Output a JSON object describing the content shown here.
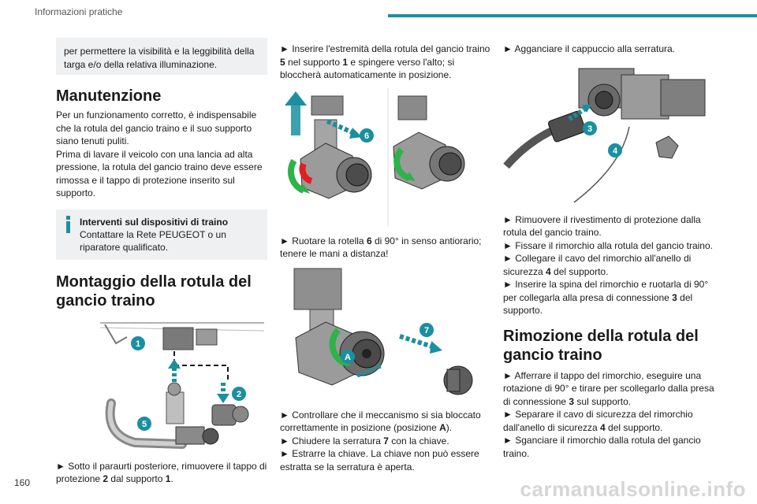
{
  "header": {
    "title": "Informazioni pratiche"
  },
  "page_number": "160",
  "watermark": "carmanualsonline.info",
  "col1": {
    "note": "per permettere la visibilità e la leggibilità della targa e/o della relativa illuminazione.",
    "maint_title": "Manutenzione",
    "maint_text_1": "Per un funzionamento corretto, è indispensabile che la rotula del gancio traino e il suo supporto siano tenuti puliti.",
    "maint_text_2": "Prima di lavare il veicolo con una lancia ad alta pressione, la rotula del gancio traino deve essere rimossa e il tappo di protezione inserito sul supporto.",
    "info_title": "Interventi sul dispositivi di traino",
    "info_text": "Contattare la Rete PEUGEOT o un riparatore qualificato.",
    "mount_title_1": "Montaggio della rotula del",
    "mount_title_2": "gancio traino",
    "step1": {
      "pre": "► Sotto il paraurti posteriore, rimuovere il tappo di protezione ",
      "b1": "2",
      "mid": " dal supporto ",
      "b2": "1",
      "post": "."
    },
    "fig_labels": [
      "1",
      "2",
      "5"
    ]
  },
  "col2": {
    "step2": {
      "pre": "► Inserire l'estremità della rotula del gancio traino ",
      "b1": "5",
      "mid": " nel supporto ",
      "b2": "1",
      "post": " e spingere verso l'alto; si bloccherà automaticamente in posizione."
    },
    "step3": {
      "pre": "► Ruotare la rotella ",
      "b1": "6",
      "post": " di 90° in senso antiorario; tenere le mani a distanza!"
    },
    "step4": {
      "pre": "► Controllare che il meccanismo si sia bloccato correttamente in posizione (posizione ",
      "b1": "A",
      "post": ")."
    },
    "step5": {
      "pre": "► Chiudere la serratura ",
      "b1": "7",
      "post": " con la chiave."
    },
    "step6": "► Estrarre la chiave. La chiave non può essere estratta se la serratura è aperta.",
    "fig1_labels": [
      "6"
    ],
    "fig2_labels": [
      "7",
      "A"
    ]
  },
  "col3": {
    "step1": "► Agganciare il cappuccio alla serratura.",
    "step2": "► Rimuovere il rivestimento di protezione dalla rotula del gancio traino.",
    "step3": "► Fissare il rimorchio alla rotula del gancio traino.",
    "step4": {
      "pre": "► Collegare il cavo del rimorchio all'anello di sicurezza ",
      "b1": "4",
      "post": " del supporto."
    },
    "step5": {
      "pre": "► Inserire la spina del rimorchio e ruotarla di 90° per collegarla alla presa di connessione ",
      "b1": "3",
      "post": " del supporto."
    },
    "remove_title_1": "Rimozione della rotula del",
    "remove_title_2": "gancio traino",
    "rstep1": {
      "pre": "► Afferrare il tappo del rimorchio, eseguire una rotazione di 90° e tirare per scollegarlo dalla presa di connessione ",
      "b1": "3",
      "post": " sul supporto."
    },
    "rstep2": {
      "pre": "► Separare il cavo di sicurezza del rimorchio dall'anello di sicurezza ",
      "b1": "4",
      "post": " del supporto."
    },
    "rstep3": "► Sganciare il rimorchio dalla rotula del gancio traino.",
    "fig_labels": [
      "3",
      "4"
    ]
  },
  "colors": {
    "accent": "#1b8fa0",
    "green": "#2db34a",
    "red": "#e02020",
    "box": "#eef0f2"
  }
}
